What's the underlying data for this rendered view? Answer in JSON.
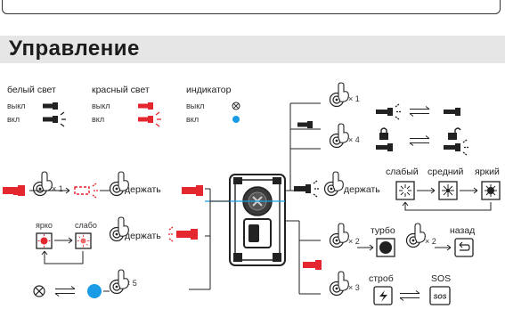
{
  "section_title": "Управление",
  "legend": {
    "white": {
      "header": "белый свет",
      "off": "выкл",
      "on": "вкл"
    },
    "red": {
      "header": "красный свет",
      "off": "выкл",
      "on": "вкл"
    },
    "indicator": {
      "header": "индикатор",
      "off": "выкл",
      "on": "вкл"
    }
  },
  "left": {
    "click1": "× 1",
    "hold_red": "держать",
    "hold_red2": "держать",
    "bright": "ярко",
    "dim": "слабо",
    "click5": "× 5"
  },
  "right": {
    "click1": "× 1",
    "click4": "× 4",
    "hold_white": "держать",
    "weak": "слабый",
    "medium": "средний",
    "strong": "яркий",
    "click2": "× 2",
    "turbo": "турбо",
    "turbo_click2": "× 2",
    "back": "назад",
    "click3": "× 3",
    "strobe": "строб",
    "sos": "SOS",
    "sos_icon": "SOS"
  },
  "colors": {
    "red": "#e4262e",
    "blue": "#1a9be6",
    "dark": "#222222"
  }
}
